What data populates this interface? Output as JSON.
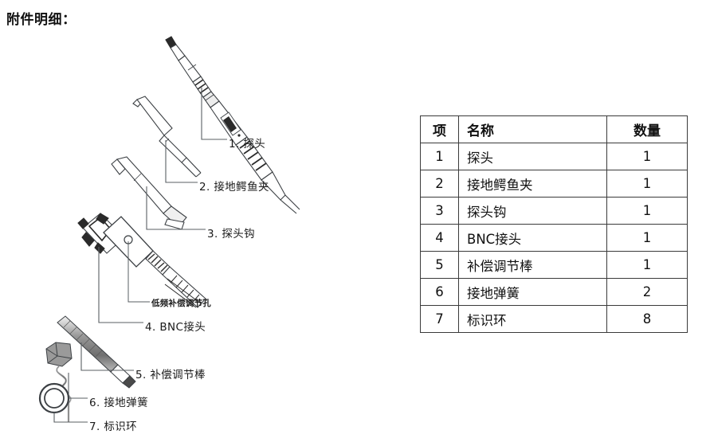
{
  "page": {
    "title": "附件明细："
  },
  "diagram": {
    "name": "oscilloscope-probe-accessories-exploded-view",
    "callouts": [
      {
        "id": "1",
        "label": "1. 探头",
        "part": "probe"
      },
      {
        "id": "2",
        "label": "2. 接地鳄鱼夹",
        "part": "ground-alligator-clip"
      },
      {
        "id": "3",
        "label": "3. 探头钩",
        "part": "probe-hook"
      },
      {
        "id": "4",
        "label": "4. BNC接头",
        "part": "bnc-connector"
      },
      {
        "id": "5",
        "label": "5. 补偿调节棒",
        "part": "compensation-adjust-rod"
      },
      {
        "id": "6",
        "label": "6. 接地弹簧",
        "part": "ground-spring"
      },
      {
        "id": "7",
        "label": "7. 标识环",
        "part": "marker-ring"
      }
    ],
    "annotation": "低频补偿调节孔",
    "line_color": "#5a5f63",
    "outline_color": "#3c4044"
  },
  "table": {
    "headers": [
      "项",
      "名称",
      "数量"
    ],
    "rows": [
      {
        "index": "1",
        "name": "探头",
        "qty": "1"
      },
      {
        "index": "2",
        "name": "接地鳄鱼夹",
        "qty": "1"
      },
      {
        "index": "3",
        "name": "探头钩",
        "qty": "1"
      },
      {
        "index": "4",
        "name": "BNC接头",
        "qty": "1"
      },
      {
        "index": "5",
        "name": "补偿调节棒",
        "qty": "1"
      },
      {
        "index": "6",
        "name": "接地弹簧",
        "qty": "2"
      },
      {
        "index": "7",
        "name": "标识环",
        "qty": "8"
      }
    ]
  }
}
